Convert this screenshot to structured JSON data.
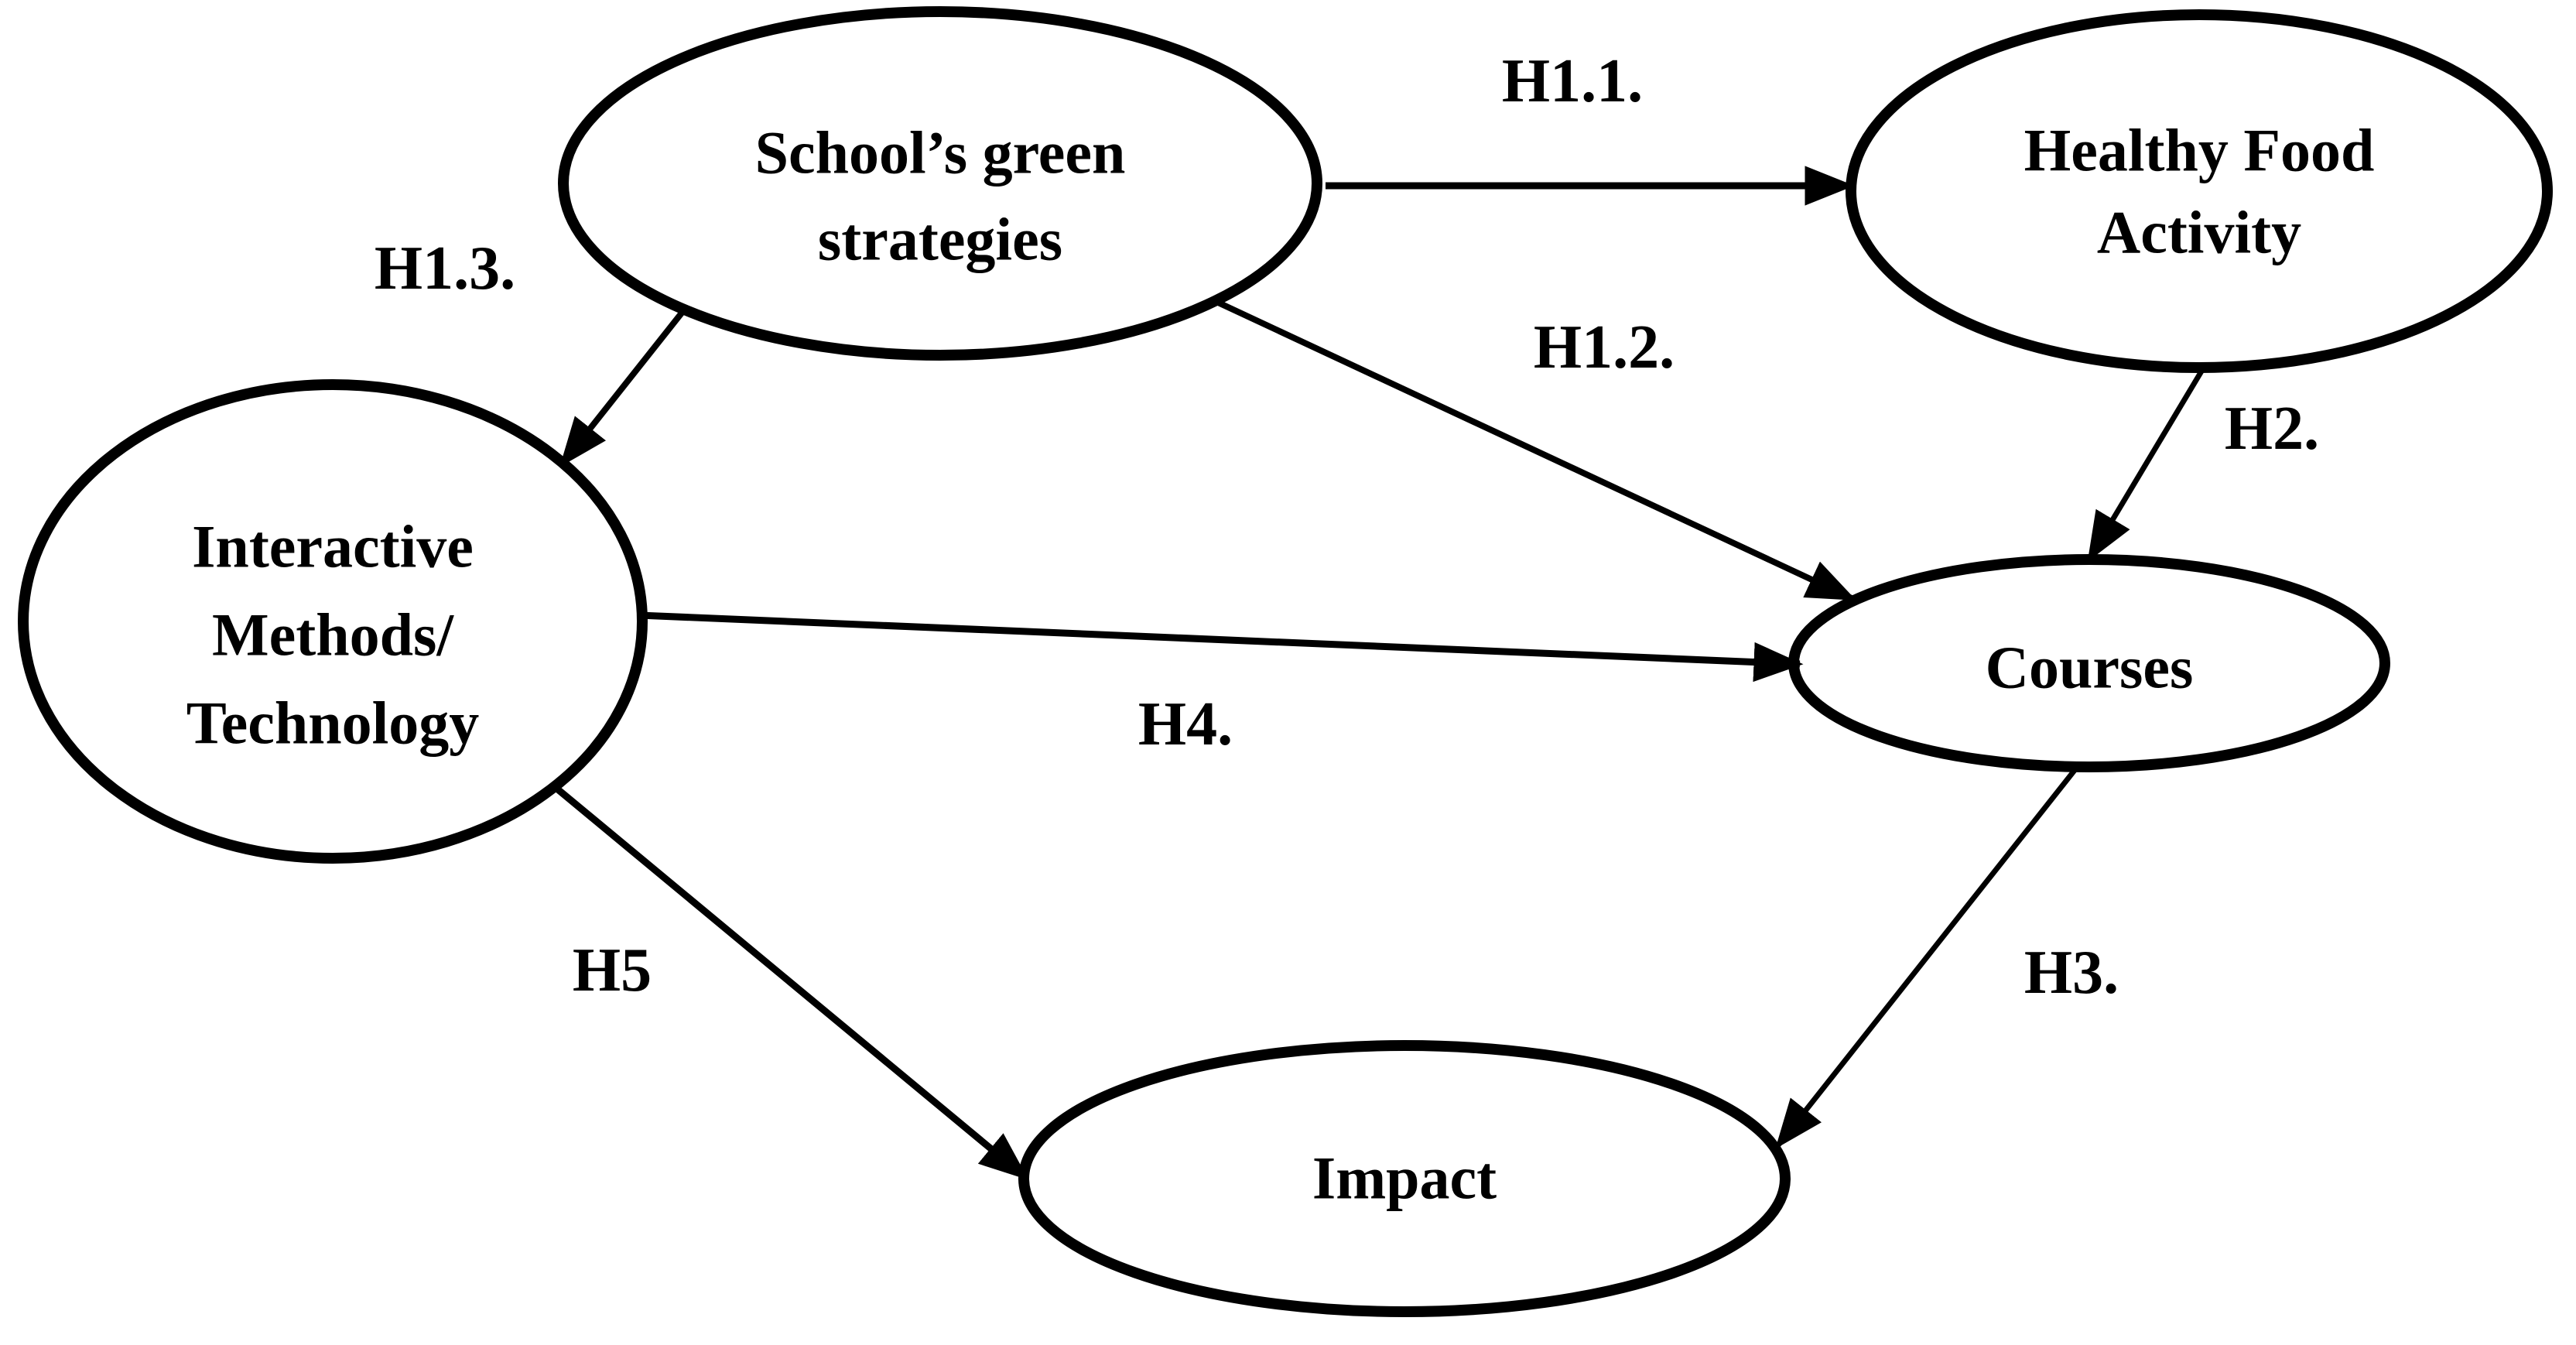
{
  "diagram": {
    "type": "hypothesis-path-model",
    "background_color": "#ffffff",
    "line_color": "#000000",
    "text_color": "#000000",
    "nodes": {
      "school": {
        "label": "School’s green strategies",
        "lines": [
          "School’s green",
          "strategies"
        ]
      },
      "healthy_food": {
        "label": "Healthy Food Activity",
        "lines": [
          "Healthy Food",
          "Activity"
        ]
      },
      "interactive": {
        "label": "Interactive Methods/Technology",
        "lines": [
          "Interactive",
          "Methods/",
          "Technology"
        ]
      },
      "courses": {
        "label": "Courses",
        "lines": [
          "Courses"
        ]
      },
      "impact": {
        "label": "Impact",
        "lines": [
          "Impact"
        ]
      }
    },
    "edges": {
      "h1_1": {
        "label": "H1.1.",
        "from": "school",
        "to": "healthy_food"
      },
      "h1_2": {
        "label": "H1.2.",
        "from": "school",
        "to": "courses"
      },
      "h1_3": {
        "label": "H1.3.",
        "from": "school",
        "to": "interactive"
      },
      "h2": {
        "label": "H2.",
        "from": "healthy_food",
        "to": "courses"
      },
      "h3": {
        "label": "H3.",
        "from": "courses",
        "to": "impact"
      },
      "h4": {
        "label": "H4.",
        "from": "interactive",
        "to": "courses"
      },
      "h5": {
        "label": "H5",
        "from": "interactive",
        "to": "impact"
      }
    }
  }
}
